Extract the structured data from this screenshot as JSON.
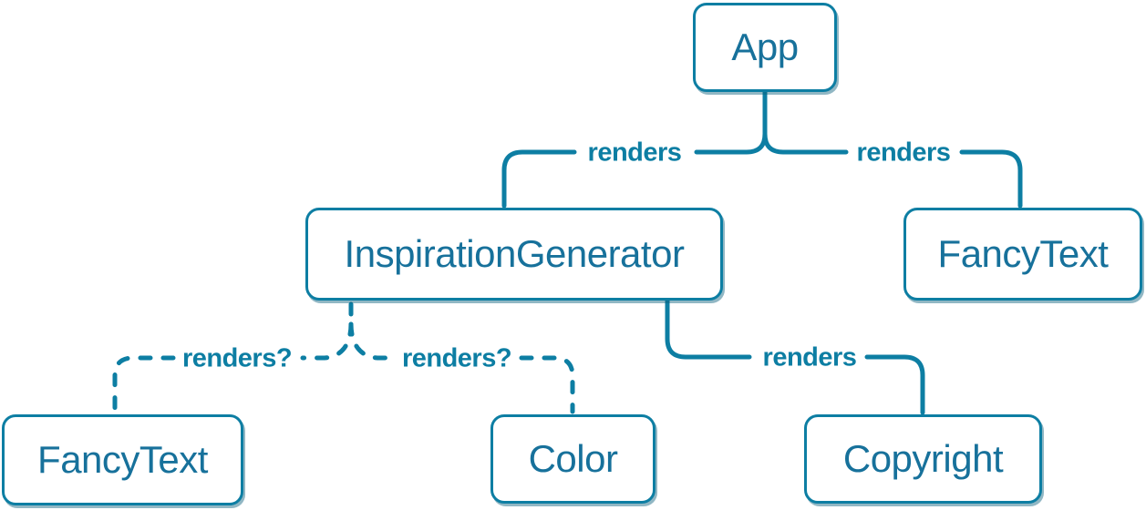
{
  "theme": {
    "canvas-bg": "#ffffff",
    "line-color": "#0d7ea3",
    "node-text-color": "#17719b",
    "node-bg": "#ffffff",
    "node-border-color": "#0d7ea3",
    "node-shadow-color": "rgba(10, 96, 125, 0.45)"
  },
  "nodes": [
    {
      "id": "app",
      "label": "App"
    },
    {
      "id": "inspiration-generator",
      "label": "InspirationGenerator"
    },
    {
      "id": "fancy-text-top",
      "label": "FancyText"
    },
    {
      "id": "fancy-text-bottom",
      "label": "FancyText"
    },
    {
      "id": "color",
      "label": "Color"
    },
    {
      "id": "copyright",
      "label": "Copyright"
    }
  ],
  "edges": [
    {
      "from": "App",
      "to": "InspirationGenerator",
      "label": "renders",
      "style": "solid"
    },
    {
      "from": "App",
      "to": "FancyText (top)",
      "label": "renders",
      "style": "solid"
    },
    {
      "from": "InspirationGenerator",
      "to": "FancyText (bottom)",
      "label": "renders?",
      "style": "dashed"
    },
    {
      "from": "InspirationGenerator",
      "to": "Color",
      "label": "renders?",
      "style": "dashed"
    },
    {
      "from": "InspirationGenerator",
      "to": "Copyright",
      "label": "renders",
      "style": "solid"
    }
  ]
}
